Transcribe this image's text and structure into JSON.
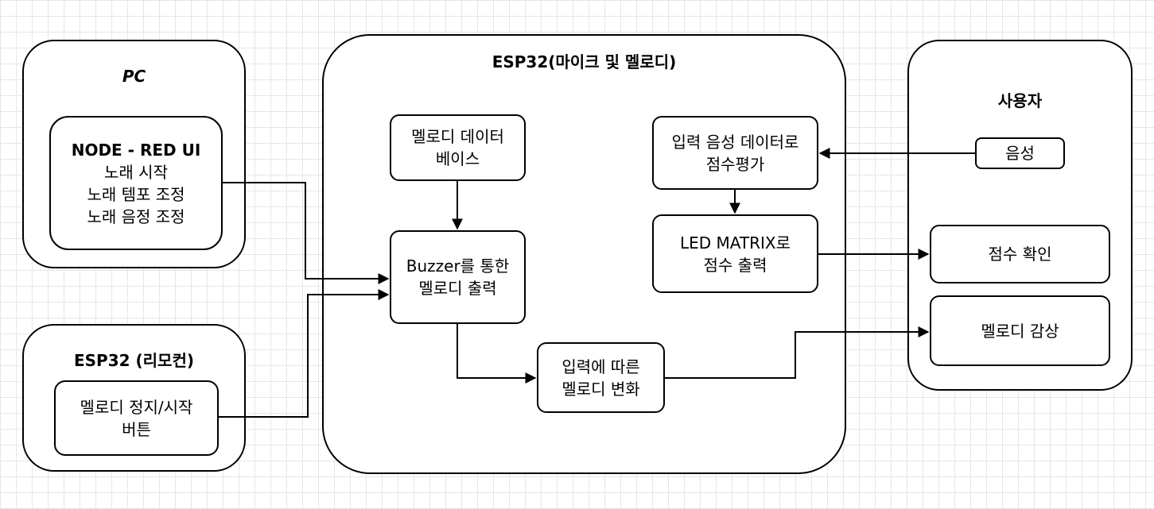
{
  "pc": {
    "title": "PC",
    "ui_box": {
      "heading": "NODE - RED UI",
      "lines": [
        "노래 시작",
        "노래 템포 조정",
        "노래 음정 조정"
      ]
    }
  },
  "remote": {
    "title": "ESP32 (리모컨)",
    "button_box": {
      "lines": [
        "멜로디 정지/시작",
        "버튼"
      ]
    }
  },
  "esp32": {
    "title": "ESP32(마이크 및 멜로디)",
    "melody_db": {
      "lines": [
        "멜로디 데이터",
        "베이스"
      ]
    },
    "buzzer": {
      "lines": [
        "Buzzer를 통한",
        "멜로디 출력"
      ]
    },
    "change": {
      "lines": [
        "입력에 따른",
        "멜로디 변화"
      ]
    },
    "score_eval": {
      "lines": [
        "입력 음성 데이터로",
        "점수평가"
      ]
    },
    "led": {
      "lines": [
        "LED MATRIX로",
        "점수 출력"
      ]
    }
  },
  "user": {
    "title": "사용자",
    "voice": "음성",
    "check_score": "점수 확인",
    "appreciate": "멜로디 감상"
  }
}
